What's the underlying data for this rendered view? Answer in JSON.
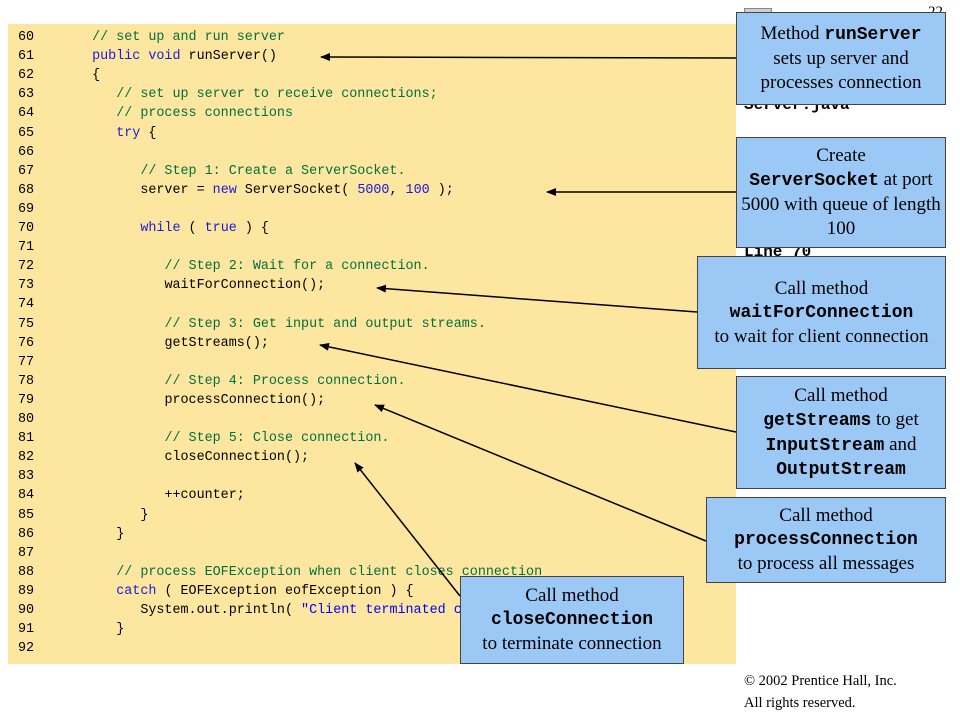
{
  "page_number": "22",
  "side_labels": {
    "filename": "Server.java",
    "line_ref": "Line 70"
  },
  "code_lines": [
    {
      "n": "60",
      "indent": 3,
      "segs": [
        {
          "t": "cmt",
          "v": "// set up and run server"
        }
      ]
    },
    {
      "n": "61",
      "indent": 3,
      "segs": [
        {
          "t": "kw",
          "v": "public void"
        },
        {
          "t": "txt",
          "v": " runServer()"
        }
      ]
    },
    {
      "n": "62",
      "indent": 3,
      "segs": [
        {
          "t": "txt",
          "v": "{"
        }
      ]
    },
    {
      "n": "63",
      "indent": 6,
      "segs": [
        {
          "t": "cmt",
          "v": "// set up server to receive connections;"
        }
      ]
    },
    {
      "n": "64",
      "indent": 6,
      "segs": [
        {
          "t": "cmt",
          "v": "// process connections"
        }
      ]
    },
    {
      "n": "65",
      "indent": 6,
      "segs": [
        {
          "t": "kw",
          "v": "try"
        },
        {
          "t": "txt",
          "v": " {"
        }
      ]
    },
    {
      "n": "66",
      "indent": 0,
      "segs": []
    },
    {
      "n": "67",
      "indent": 9,
      "segs": [
        {
          "t": "cmt",
          "v": "// Step 1: Create a ServerSocket."
        }
      ]
    },
    {
      "n": "68",
      "indent": 9,
      "segs": [
        {
          "t": "txt",
          "v": "server = "
        },
        {
          "t": "kw",
          "v": "new"
        },
        {
          "t": "txt",
          "v": " ServerSocket( "
        },
        {
          "t": "num",
          "v": "5000"
        },
        {
          "t": "txt",
          "v": ", "
        },
        {
          "t": "num",
          "v": "100"
        },
        {
          "t": "txt",
          "v": " );"
        }
      ]
    },
    {
      "n": "69",
      "indent": 0,
      "segs": []
    },
    {
      "n": "70",
      "indent": 9,
      "segs": [
        {
          "t": "kw",
          "v": "while"
        },
        {
          "t": "txt",
          "v": " ( "
        },
        {
          "t": "kw",
          "v": "true"
        },
        {
          "t": "txt",
          "v": " ) {"
        }
      ]
    },
    {
      "n": "71",
      "indent": 0,
      "segs": []
    },
    {
      "n": "72",
      "indent": 12,
      "segs": [
        {
          "t": "cmt",
          "v": "// Step 2: Wait for a connection."
        }
      ]
    },
    {
      "n": "73",
      "indent": 12,
      "segs": [
        {
          "t": "txt",
          "v": "waitForConnection();"
        }
      ]
    },
    {
      "n": "74",
      "indent": 0,
      "segs": []
    },
    {
      "n": "75",
      "indent": 12,
      "segs": [
        {
          "t": "cmt",
          "v": "// Step 3: Get input and output streams."
        }
      ]
    },
    {
      "n": "76",
      "indent": 12,
      "segs": [
        {
          "t": "txt",
          "v": "getStreams();"
        }
      ]
    },
    {
      "n": "77",
      "indent": 0,
      "segs": []
    },
    {
      "n": "78",
      "indent": 12,
      "segs": [
        {
          "t": "cmt",
          "v": "// Step 4: Process connection."
        }
      ]
    },
    {
      "n": "79",
      "indent": 12,
      "segs": [
        {
          "t": "txt",
          "v": "processConnection();"
        }
      ]
    },
    {
      "n": "80",
      "indent": 0,
      "segs": []
    },
    {
      "n": "81",
      "indent": 12,
      "segs": [
        {
          "t": "cmt",
          "v": "// Step 5: Close connection."
        }
      ]
    },
    {
      "n": "82",
      "indent": 12,
      "segs": [
        {
          "t": "txt",
          "v": "closeConnection();"
        }
      ]
    },
    {
      "n": "83",
      "indent": 0,
      "segs": []
    },
    {
      "n": "84",
      "indent": 12,
      "segs": [
        {
          "t": "txt",
          "v": "++counter;"
        }
      ]
    },
    {
      "n": "85",
      "indent": 9,
      "segs": [
        {
          "t": "txt",
          "v": "}"
        }
      ]
    },
    {
      "n": "86",
      "indent": 6,
      "segs": [
        {
          "t": "txt",
          "v": "}"
        }
      ]
    },
    {
      "n": "87",
      "indent": 0,
      "segs": []
    },
    {
      "n": "88",
      "indent": 6,
      "segs": [
        {
          "t": "cmt",
          "v": "// process EOFException when client closes connection"
        }
      ]
    },
    {
      "n": "89",
      "indent": 6,
      "segs": [
        {
          "t": "kw",
          "v": "catch"
        },
        {
          "t": "txt",
          "v": " ( EOFException eofException ) {"
        }
      ]
    },
    {
      "n": "90",
      "indent": 9,
      "segs": [
        {
          "t": "txt",
          "v": "System.out.println( "
        },
        {
          "t": "str",
          "v": "\"Client terminated connection\""
        },
        {
          "t": "txt",
          "v": " );"
        }
      ]
    },
    {
      "n": "91",
      "indent": 6,
      "segs": [
        {
          "t": "txt",
          "v": "}"
        }
      ]
    },
    {
      "n": "92",
      "indent": 0,
      "segs": []
    }
  ],
  "callouts": {
    "run_server": {
      "pre": "Method ",
      "mono": "runServer",
      "post": "sets up server and processes connection"
    },
    "server_socket": {
      "pre": "Create",
      "mono": "ServerSocket",
      "post": "at port 5000 with queue of length 100"
    },
    "wait_for_connection": {
      "pre": "Call method",
      "mono": "waitForConnection",
      "post": "to wait for client connection"
    },
    "get_streams": {
      "pre": "Call method",
      "mono1": "getStreams",
      "mid1": " to get",
      "mono2": "InputStream",
      "mid2": " and",
      "mono3": "OutputStream"
    },
    "process_connection": {
      "pre": "Call method",
      "mono": "processConnection",
      "post": "to process all messages"
    },
    "close_connection": {
      "pre": "Call method",
      "mono": "closeConnection",
      "post": "to terminate connection"
    }
  },
  "copyright": {
    "symbol": "©",
    "line1": " 2002 Prentice Hall, Inc.",
    "line2": "All rights reserved."
  },
  "colors": {
    "code_bg": "#fde7a0",
    "callout_bg": "#9cc8f5",
    "comment": "#00703c",
    "keyword": "#1b1bd6"
  }
}
